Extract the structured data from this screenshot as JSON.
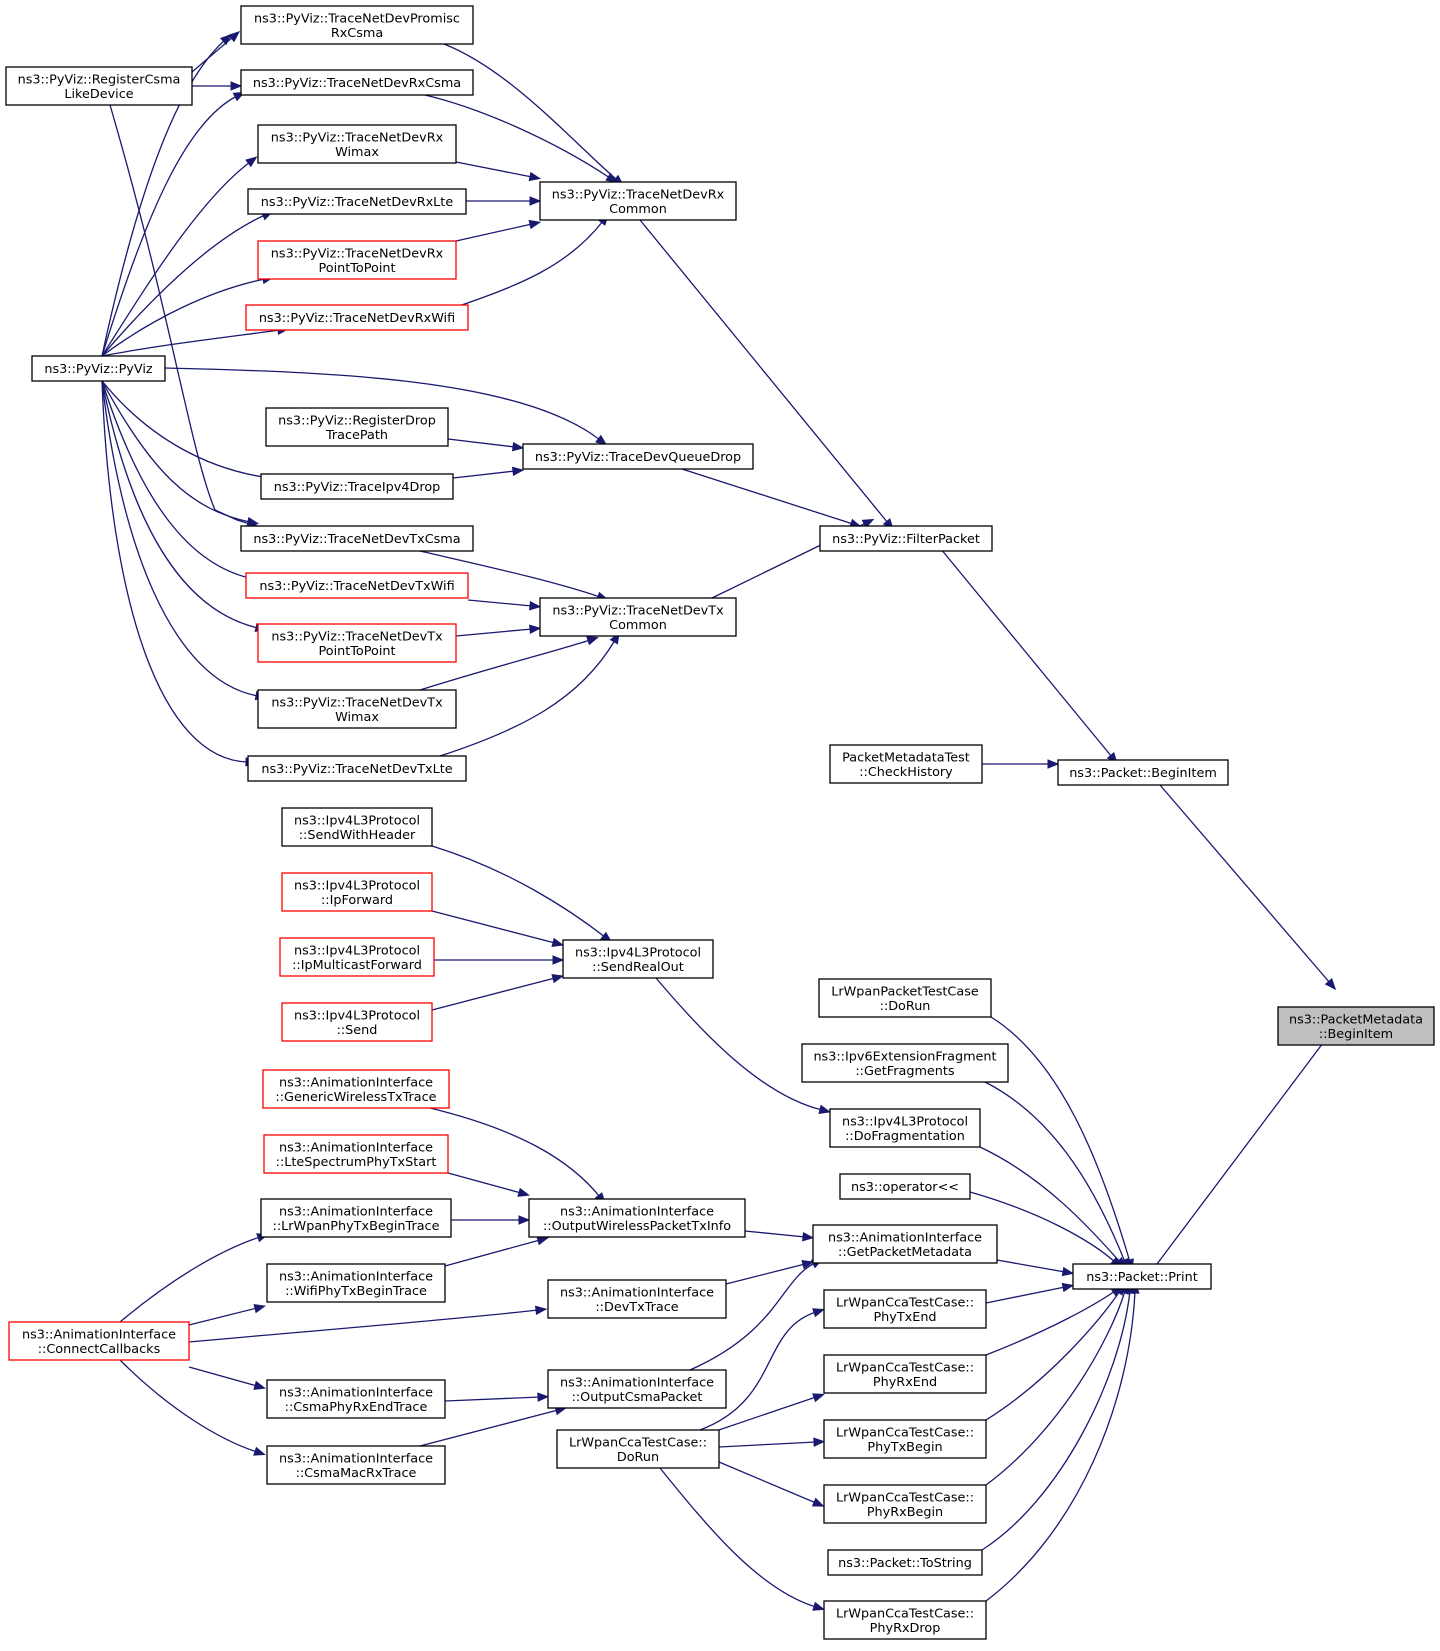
{
  "nodes": [
    {
      "id": "target",
      "lines": [
        "ns3::PacketMetadata",
        "::BeginItem"
      ],
      "style": "focus"
    },
    {
      "id": "begin_item",
      "lines": [
        "ns3::Packet::BeginItem"
      ],
      "style": "normal"
    },
    {
      "id": "check_history",
      "lines": [
        "PacketMetadataTest",
        "::CheckHistory"
      ],
      "style": "normal"
    },
    {
      "id": "filter_packet",
      "lines": [
        "ns3::PyViz::FilterPacket"
      ],
      "style": "normal"
    },
    {
      "id": "rx_common",
      "lines": [
        "ns3::PyViz::TraceNetDevRx",
        "Common"
      ],
      "style": "normal"
    },
    {
      "id": "queue_drop",
      "lines": [
        "ns3::PyViz::TraceDevQueueDrop"
      ],
      "style": "normal"
    },
    {
      "id": "tx_common",
      "lines": [
        "ns3::PyViz::TraceNetDevTx",
        "Common"
      ],
      "style": "normal"
    },
    {
      "id": "promisc",
      "lines": [
        "ns3::PyViz::TraceNetDevPromisc",
        "RxCsma"
      ],
      "style": "normal"
    },
    {
      "id": "rx_csma",
      "lines": [
        "ns3::PyViz::TraceNetDevRxCsma"
      ],
      "style": "normal"
    },
    {
      "id": "rx_wimax",
      "lines": [
        "ns3::PyViz::TraceNetDevRx",
        "Wimax"
      ],
      "style": "normal"
    },
    {
      "id": "rx_lte",
      "lines": [
        "ns3::PyViz::TraceNetDevRxLte"
      ],
      "style": "normal"
    },
    {
      "id": "rx_p2p",
      "lines": [
        "ns3::PyViz::TraceNetDevRx",
        "PointToPoint"
      ],
      "style": "red"
    },
    {
      "id": "rx_wifi",
      "lines": [
        "ns3::PyViz::TraceNetDevRxWifi"
      ],
      "style": "red"
    },
    {
      "id": "register_csma",
      "lines": [
        "ns3::PyViz::RegisterCsma",
        "LikeDevice"
      ],
      "style": "normal"
    },
    {
      "id": "pyviz",
      "lines": [
        "ns3::PyViz::PyViz"
      ],
      "style": "normal"
    },
    {
      "id": "register_drop",
      "lines": [
        "ns3::PyViz::RegisterDrop",
        "TracePath"
      ],
      "style": "normal"
    },
    {
      "id": "ipv4_drop",
      "lines": [
        "ns3::PyViz::TraceIpv4Drop"
      ],
      "style": "normal"
    },
    {
      "id": "tx_csma",
      "lines": [
        "ns3::PyViz::TraceNetDevTxCsma"
      ],
      "style": "normal"
    },
    {
      "id": "tx_wifi",
      "lines": [
        "ns3::PyViz::TraceNetDevTxWifi"
      ],
      "style": "red"
    },
    {
      "id": "tx_p2p",
      "lines": [
        "ns3::PyViz::TraceNetDevTx",
        "PointToPoint"
      ],
      "style": "red"
    },
    {
      "id": "tx_wimax",
      "lines": [
        "ns3::PyViz::TraceNetDevTx",
        "Wimax"
      ],
      "style": "normal"
    },
    {
      "id": "tx_lte",
      "lines": [
        "ns3::PyViz::TraceNetDevTxLte"
      ],
      "style": "normal"
    },
    {
      "id": "print",
      "lines": [
        "ns3::Packet::Print"
      ],
      "style": "normal"
    },
    {
      "id": "lrwpan_packet",
      "lines": [
        "LrWpanPacketTestCase",
        "::DoRun"
      ],
      "style": "normal"
    },
    {
      "id": "ipv6_frag",
      "lines": [
        "ns3::Ipv6ExtensionFragment",
        "::GetFragments"
      ],
      "style": "normal"
    },
    {
      "id": "do_frag",
      "lines": [
        "ns3::Ipv4L3Protocol",
        "::DoFragmentation"
      ],
      "style": "normal"
    },
    {
      "id": "operator",
      "lines": [
        "ns3::operator<<"
      ],
      "style": "normal"
    },
    {
      "id": "get_meta",
      "lines": [
        "ns3::AnimationInterface",
        "::GetPacketMetadata"
      ],
      "style": "normal"
    },
    {
      "id": "phy_tx_end",
      "lines": [
        "LrWpanCcaTestCase::",
        "PhyTxEnd"
      ],
      "style": "normal"
    },
    {
      "id": "phy_rx_end",
      "lines": [
        "LrWpanCcaTestCase::",
        "PhyRxEnd"
      ],
      "style": "normal"
    },
    {
      "id": "phy_tx_begin",
      "lines": [
        "LrWpanCcaTestCase::",
        "PhyTxBegin"
      ],
      "style": "normal"
    },
    {
      "id": "phy_rx_begin",
      "lines": [
        "LrWpanCcaTestCase::",
        "PhyRxBegin"
      ],
      "style": "normal"
    },
    {
      "id": "to_string",
      "lines": [
        "ns3::Packet::ToString"
      ],
      "style": "normal"
    },
    {
      "id": "phy_rx_drop",
      "lines": [
        "LrWpanCcaTestCase::",
        "PhyRxDrop"
      ],
      "style": "normal"
    },
    {
      "id": "send_real_out",
      "lines": [
        "ns3::Ipv4L3Protocol",
        "::SendRealOut"
      ],
      "style": "normal"
    },
    {
      "id": "send_header",
      "lines": [
        "ns3::Ipv4L3Protocol",
        "::SendWithHeader"
      ],
      "style": "normal"
    },
    {
      "id": "ip_forward",
      "lines": [
        "ns3::Ipv4L3Protocol",
        "::IpForward"
      ],
      "style": "red"
    },
    {
      "id": "ip_mcast",
      "lines": [
        "ns3::Ipv4L3Protocol",
        "::IpMulticastForward"
      ],
      "style": "red"
    },
    {
      "id": "send",
      "lines": [
        "ns3::Ipv4L3Protocol",
        "::Send"
      ],
      "style": "red"
    },
    {
      "id": "wireless_tx",
      "lines": [
        "ns3::AnimationInterface",
        "::OutputWirelessPacketTxInfo"
      ],
      "style": "normal"
    },
    {
      "id": "generic_wireless",
      "lines": [
        "ns3::AnimationInterface",
        "::GenericWirelessTxTrace"
      ],
      "style": "red"
    },
    {
      "id": "lte_spectrum",
      "lines": [
        "ns3::AnimationInterface",
        "::LteSpectrumPhyTxStart"
      ],
      "style": "red"
    },
    {
      "id": "lrwpan_phy_tx",
      "lines": [
        "ns3::AnimationInterface",
        "::LrWpanPhyTxBeginTrace"
      ],
      "style": "normal"
    },
    {
      "id": "wifi_phy_tx",
      "lines": [
        "ns3::AnimationInterface",
        "::WifiPhyTxBeginTrace"
      ],
      "style": "normal"
    },
    {
      "id": "dev_tx",
      "lines": [
        "ns3::AnimationInterface",
        "::DevTxTrace"
      ],
      "style": "normal"
    },
    {
      "id": "output_csma",
      "lines": [
        "ns3::AnimationInterface",
        "::OutputCsmaPacket"
      ],
      "style": "normal"
    },
    {
      "id": "connect_cb",
      "lines": [
        "ns3::AnimationInterface",
        "::ConnectCallbacks"
      ],
      "style": "red"
    },
    {
      "id": "csma_phy_rx",
      "lines": [
        "ns3::AnimationInterface",
        "::CsmaPhyRxEndTrace"
      ],
      "style": "normal"
    },
    {
      "id": "csma_mac_rx",
      "lines": [
        "ns3::AnimationInterface",
        "::CsmaMacRxTrace"
      ],
      "style": "normal"
    },
    {
      "id": "cca_dorun",
      "lines": [
        "LrWpanCcaTestCase::",
        "DoRun"
      ],
      "style": "normal"
    }
  ],
  "edges": [
    {
      "from": "begin_item",
      "to": "target"
    },
    {
      "from": "print",
      "to": "target"
    },
    {
      "from": "check_history",
      "to": "begin_item"
    },
    {
      "from": "filter_packet",
      "to": "begin_item"
    },
    {
      "from": "rx_common",
      "to": "filter_packet"
    },
    {
      "from": "queue_drop",
      "to": "filter_packet"
    },
    {
      "from": "tx_common",
      "to": "filter_packet"
    },
    {
      "from": "promisc",
      "to": "rx_common"
    },
    {
      "from": "rx_csma",
      "to": "rx_common"
    },
    {
      "from": "rx_wimax",
      "to": "rx_common"
    },
    {
      "from": "rx_lte",
      "to": "rx_common"
    },
    {
      "from": "rx_p2p",
      "to": "rx_common"
    },
    {
      "from": "rx_wifi",
      "to": "rx_common"
    },
    {
      "from": "register_csma",
      "to": "promisc"
    },
    {
      "from": "register_csma",
      "to": "rx_csma"
    },
    {
      "from": "register_csma",
      "to": "tx_csma"
    },
    {
      "from": "pyviz",
      "to": "promisc"
    },
    {
      "from": "pyviz",
      "to": "rx_csma"
    },
    {
      "from": "pyviz",
      "to": "rx_wimax"
    },
    {
      "from": "pyviz",
      "to": "rx_lte"
    },
    {
      "from": "pyviz",
      "to": "rx_p2p"
    },
    {
      "from": "pyviz",
      "to": "rx_wifi"
    },
    {
      "from": "pyviz",
      "to": "queue_drop"
    },
    {
      "from": "pyviz",
      "to": "ipv4_drop"
    },
    {
      "from": "pyviz",
      "to": "tx_csma"
    },
    {
      "from": "pyviz",
      "to": "tx_wifi"
    },
    {
      "from": "pyviz",
      "to": "tx_p2p"
    },
    {
      "from": "pyviz",
      "to": "tx_wimax"
    },
    {
      "from": "pyviz",
      "to": "tx_lte"
    },
    {
      "from": "register_drop",
      "to": "queue_drop"
    },
    {
      "from": "ipv4_drop",
      "to": "queue_drop"
    },
    {
      "from": "tx_csma",
      "to": "tx_common"
    },
    {
      "from": "tx_wifi",
      "to": "tx_common"
    },
    {
      "from": "tx_p2p",
      "to": "tx_common"
    },
    {
      "from": "tx_wimax",
      "to": "tx_common"
    },
    {
      "from": "tx_lte",
      "to": "tx_common"
    },
    {
      "from": "lrwpan_packet",
      "to": "print"
    },
    {
      "from": "ipv6_frag",
      "to": "print"
    },
    {
      "from": "do_frag",
      "to": "print"
    },
    {
      "from": "operator",
      "to": "print"
    },
    {
      "from": "get_meta",
      "to": "print"
    },
    {
      "from": "phy_tx_end",
      "to": "print"
    },
    {
      "from": "phy_rx_end",
      "to": "print"
    },
    {
      "from": "phy_tx_begin",
      "to": "print"
    },
    {
      "from": "phy_rx_begin",
      "to": "print"
    },
    {
      "from": "to_string",
      "to": "print"
    },
    {
      "from": "phy_rx_drop",
      "to": "print"
    },
    {
      "from": "send_real_out",
      "to": "do_frag"
    },
    {
      "from": "send_header",
      "to": "send_real_out"
    },
    {
      "from": "ip_forward",
      "to": "send_real_out"
    },
    {
      "from": "ip_mcast",
      "to": "send_real_out"
    },
    {
      "from": "send",
      "to": "send_real_out"
    },
    {
      "from": "wireless_tx",
      "to": "get_meta"
    },
    {
      "from": "dev_tx",
      "to": "get_meta"
    },
    {
      "from": "output_csma",
      "to": "get_meta"
    },
    {
      "from": "generic_wireless",
      "to": "wireless_tx"
    },
    {
      "from": "lte_spectrum",
      "to": "wireless_tx"
    },
    {
      "from": "lrwpan_phy_tx",
      "to": "wireless_tx"
    },
    {
      "from": "wifi_phy_tx",
      "to": "wireless_tx"
    },
    {
      "from": "connect_cb",
      "to": "lrwpan_phy_tx"
    },
    {
      "from": "connect_cb",
      "to": "wifi_phy_tx"
    },
    {
      "from": "connect_cb",
      "to": "dev_tx"
    },
    {
      "from": "connect_cb",
      "to": "csma_phy_rx"
    },
    {
      "from": "connect_cb",
      "to": "csma_mac_rx"
    },
    {
      "from": "csma_phy_rx",
      "to": "output_csma"
    },
    {
      "from": "csma_mac_rx",
      "to": "output_csma"
    },
    {
      "from": "cca_dorun",
      "to": "phy_tx_end"
    },
    {
      "from": "cca_dorun",
      "to": "phy_rx_end"
    },
    {
      "from": "cca_dorun",
      "to": "phy_tx_begin"
    },
    {
      "from": "cca_dorun",
      "to": "phy_rx_begin"
    },
    {
      "from": "cca_dorun",
      "to": "phy_rx_drop"
    }
  ]
}
